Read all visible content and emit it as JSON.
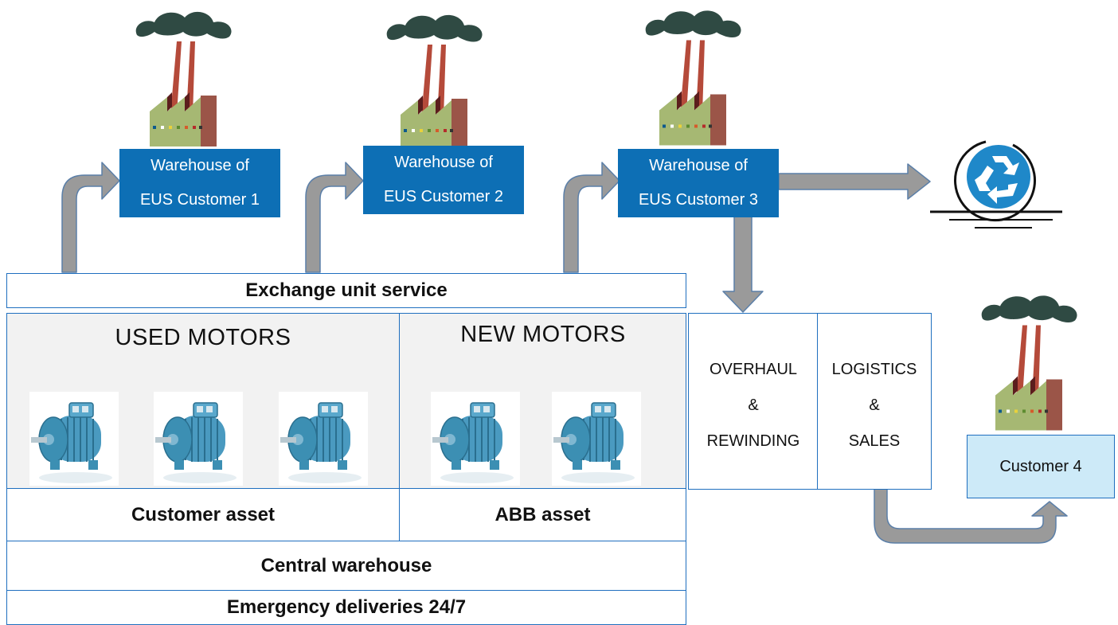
{
  "warehouses": [
    {
      "line1": "Warehouse of",
      "line2": "EUS Customer 1"
    },
    {
      "line1": "Warehouse of",
      "line2": "EUS Customer 2"
    },
    {
      "line1": "Warehouse of",
      "line2": "EUS Customer 3"
    }
  ],
  "exchange_service": "Exchange unit service",
  "used_motors": {
    "title": "USED MOTORS",
    "asset": "Customer asset"
  },
  "new_motors": {
    "title": "NEW MOTORS",
    "asset": "ABB asset"
  },
  "central_warehouse": "Central warehouse",
  "emergency": "Emergency deliveries 24/7",
  "overhaul": {
    "line1": "OVERHAUL",
    "line2": "&",
    "line3": "REWINDING"
  },
  "logistics": {
    "line1": "LOGISTICS",
    "line2": "&",
    "line3": "SALES"
  },
  "customer4": "Customer 4",
  "colors": {
    "warehouse_blue": "#0d6fb5",
    "border_blue": "#1f6fbf",
    "arrow_gray": "#999999",
    "customer4_fill": "#cdeaf8",
    "motor_teal": "#3c8fb3"
  },
  "icons": [
    "factory-icon",
    "recycle-icon",
    "electric-motor-icon",
    "flow-arrow"
  ]
}
